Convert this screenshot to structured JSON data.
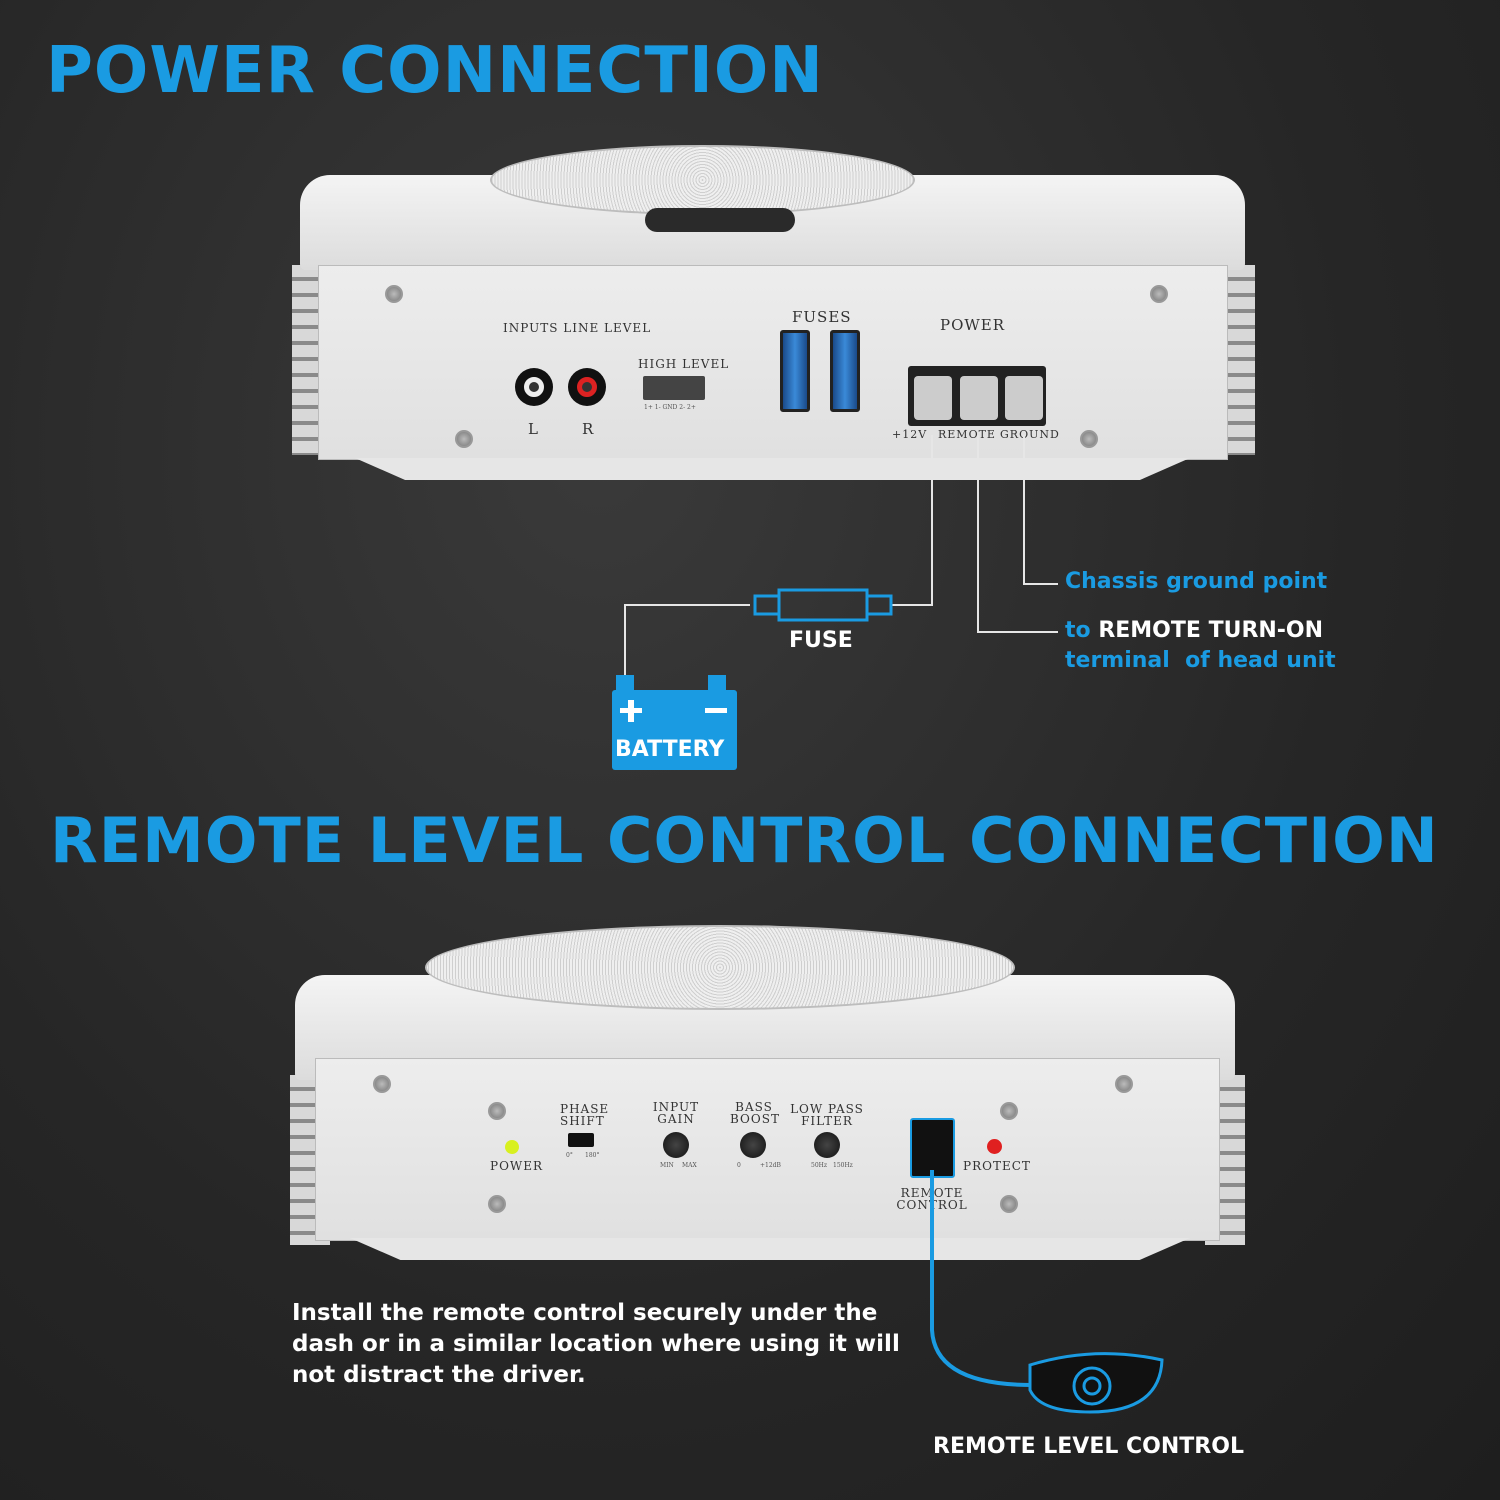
{
  "titles": {
    "power": "POWER CONNECTION",
    "remote": "REMOTE LEVEL CONTROL CONNECTION"
  },
  "amp_top": {
    "inputs_line_level": "INPUTS LINE LEVEL",
    "left": "L",
    "right": "R",
    "high_level": "HIGH LEVEL",
    "high_level_pins": "1+ 1- GND 2- 2+",
    "fuses": "FUSES",
    "power": "POWER",
    "terminals": [
      "+12V",
      "REMOTE",
      "GROUND"
    ]
  },
  "wiring": {
    "fuse": "FUSE",
    "battery": "BATTERY",
    "ground_note": "Chassis ground point",
    "remote_note_prefix": "to",
    "remote_note_bold": "REMOTE TURN-ON",
    "remote_note_suffix": "terminal  of head unit"
  },
  "amp_bottom": {
    "power_led": "POWER",
    "phase_shift": "PHASE SHIFT",
    "phase_min": "0°",
    "phase_max": "180°",
    "input_gain": "INPUT GAIN",
    "gain_min": "MIN",
    "gain_max": "MAX",
    "bass_boost": "BASS BOOST",
    "bass_min": "0",
    "bass_max": "+12dB",
    "low_pass": "LOW PASS FILTER",
    "lp_min": "50Hz",
    "lp_max": "150Hz",
    "remote_control": "REMOTE CONTROL",
    "protect": "PROTECT"
  },
  "instructions": "Install the remote control securely under the dash or in a similar location where using it will not distract the driver.",
  "remote_label": "REMOTE LEVEL CONTROL",
  "colors": {
    "accent": "#1a9be2",
    "power_led": "#d8f020",
    "protect_led": "#e02020"
  }
}
